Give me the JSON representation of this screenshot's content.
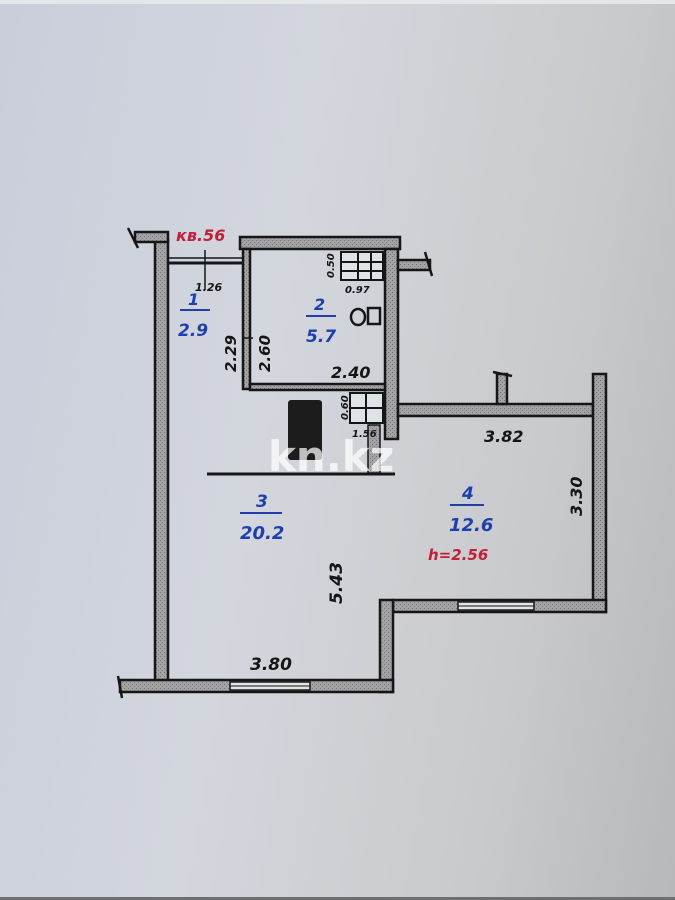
{
  "plan": {
    "apartment_label": "кв.56",
    "watermark": "kn.kz",
    "colors": {
      "wall_fill": "#9a9a9c",
      "wall_stroke": "#1a1a1a",
      "room_label": "#1f3fae",
      "apartment_label": "#c0203a",
      "dimension": "#151515",
      "paper": "#d0d3da"
    },
    "rooms": [
      {
        "number": "1",
        "area": "2.9"
      },
      {
        "number": "2",
        "area": "5.7"
      },
      {
        "number": "3",
        "area": "20.2"
      },
      {
        "number": "4",
        "area": "12.6"
      }
    ],
    "ceiling_height": "h=2.56",
    "dimensions": {
      "entry_width": "1.26",
      "entry_length": "2.29",
      "bath_height": "2.60",
      "bath_width": "2.40",
      "bath_small_top": "0.50",
      "bath_small_mid": "0.97",
      "kitchen_small": "1.56",
      "kitchen_small_v": "0.60",
      "room4_width": "3.82",
      "room4_depth": "3.30",
      "room3_length": "5.43",
      "room3_width": "3.80"
    }
  }
}
